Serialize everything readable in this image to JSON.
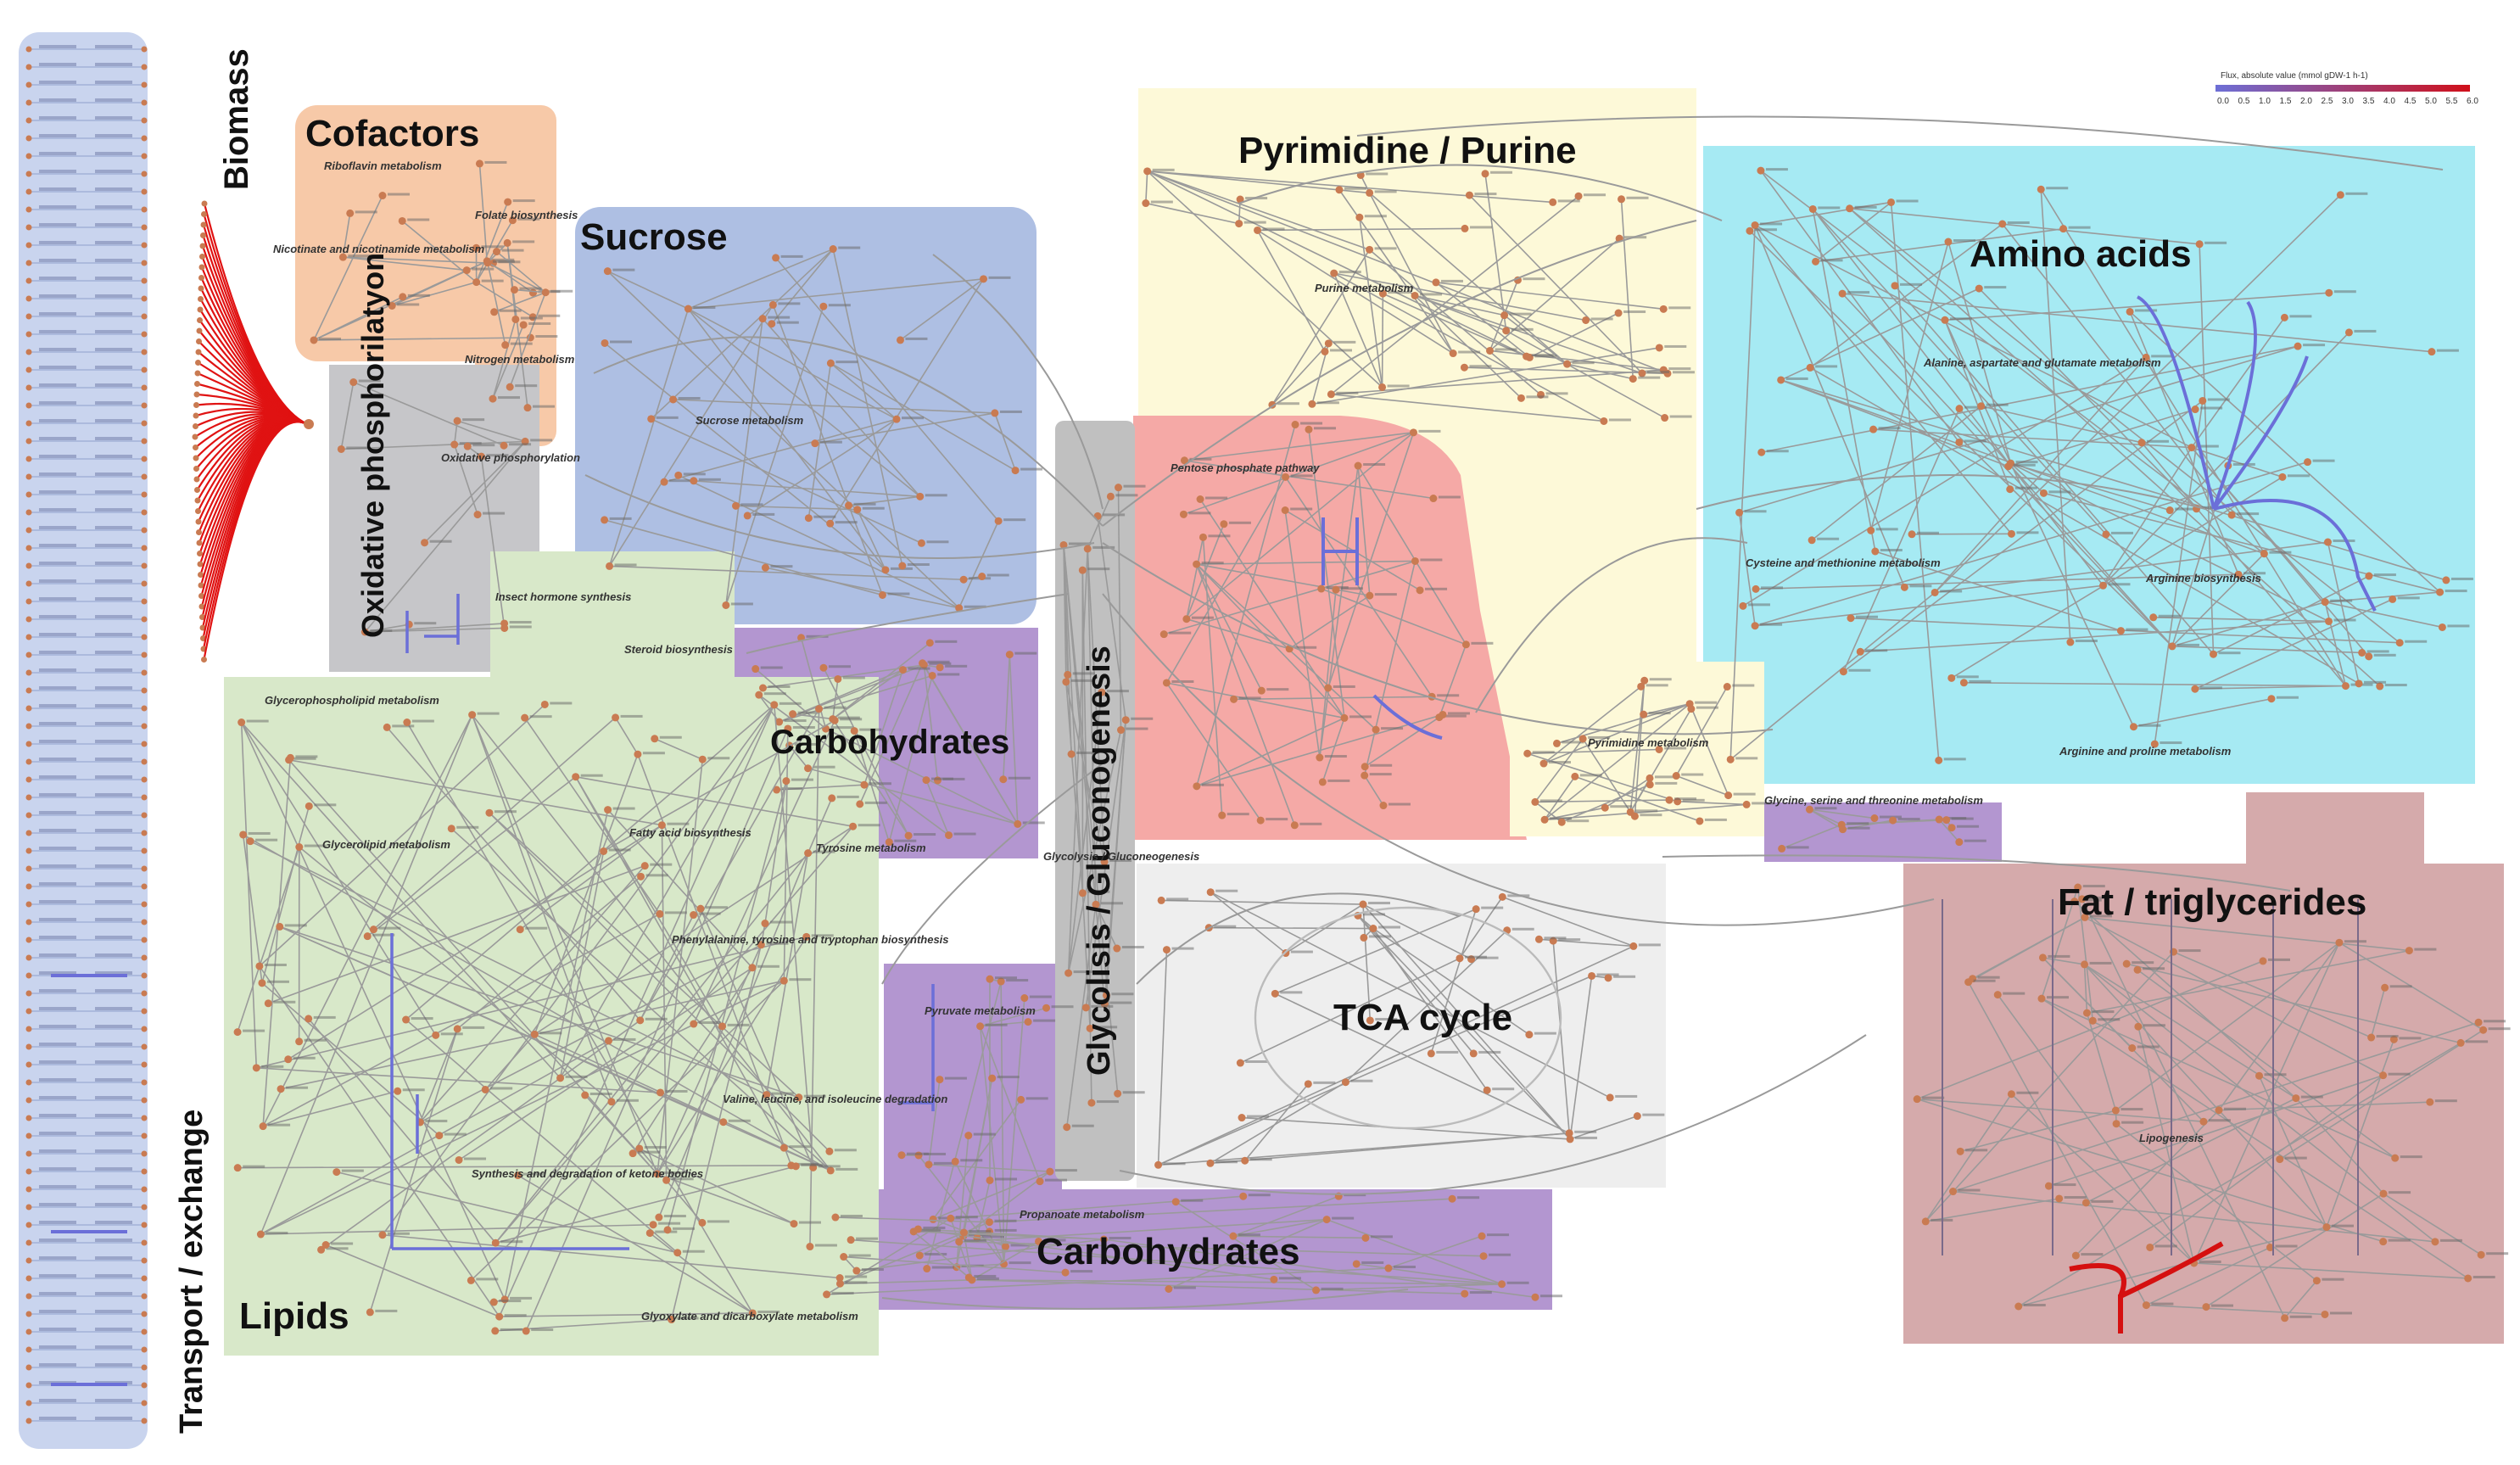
{
  "regions": {
    "biomass": "Biomass",
    "transport": "Transport / exchange",
    "cofactors": "Cofactors",
    "oxidative": "Oxidative phosphorilatyon",
    "sucrose": "Sucrose",
    "pyrimidine_purine": "Pyrimidine / Purine",
    "amino_acids": "Amino acids",
    "carbohydrates_top": "Carbohydrates",
    "glycolisis": "Glycolisis / Gluconogenesis",
    "tca": "TCA cycle",
    "fat": "Fat / triglycerides",
    "lipids": "Lipids",
    "carbohydrates_bottom": "Carbohydrates"
  },
  "pathways": [
    "Riboflavin metabolism",
    "Folate biosynthesis",
    "Nicotinate and nicotinamide metabolism",
    "Nitrogen metabolism",
    "Oxidative phosphorylation",
    "Sucrose metabolism",
    "Purine metabolism",
    "Pentose phosphate pathway",
    "Alanine, aspartate and glutamate metabolism",
    "Cysteine and methionine metabolism",
    "Arginine biosynthesis",
    "Arginine and proline metabolism",
    "Pyrimidine metabolism",
    "Glycine, serine and threonine metabolism",
    "Insect hormone synthesis",
    "Steroid biosynthesis",
    "Glycerophospholipid metabolism",
    "Glycerolipid metabolism",
    "Fatty acid biosynthesis",
    "Tyrosine metabolism",
    "Phenylalanine, tyrosine and tryptophan biosynthesis",
    "Valine, leucine, and isoleucine degradation",
    "Pyruvate metabolism",
    "Synthesis and degradation of ketone bodies",
    "Glyoxylate and dicarboxylate metabolism",
    "Propanoate metabolism",
    "Lipogenesis",
    "Glycolysis / Gluconeogenesis"
  ],
  "legend": {
    "title": "Flux, absolute value (mmol gDW-1 h-1)",
    "ticks": [
      "0.0",
      "0.5",
      "1.0",
      "1.5",
      "2.0",
      "2.5",
      "3.0",
      "3.5",
      "4.0",
      "4.5",
      "5.0",
      "5.5",
      "6.0"
    ],
    "color_low": "#6d6fd6",
    "color_high": "#d0101a"
  },
  "colors": {
    "cofactors": "#f7c9a8",
    "transport": "#c9d4ee",
    "oxidative": "#c6c6c9",
    "sucrose": "#aebfe3",
    "pyrimidine": "#fdf9d8",
    "amino": "#a6eaf3",
    "pentose": "#f5a9a6",
    "carbohydrates": "#b396d0",
    "glycolysis": "#c0c0c0",
    "tca": "#eeeeee",
    "lipids": "#d8e8c9",
    "fat": "#d5aaab",
    "node": "#c97b52",
    "edge": "#9a9a9a",
    "blue_edge": "#6b6fd8",
    "red_edge": "#d51010"
  }
}
